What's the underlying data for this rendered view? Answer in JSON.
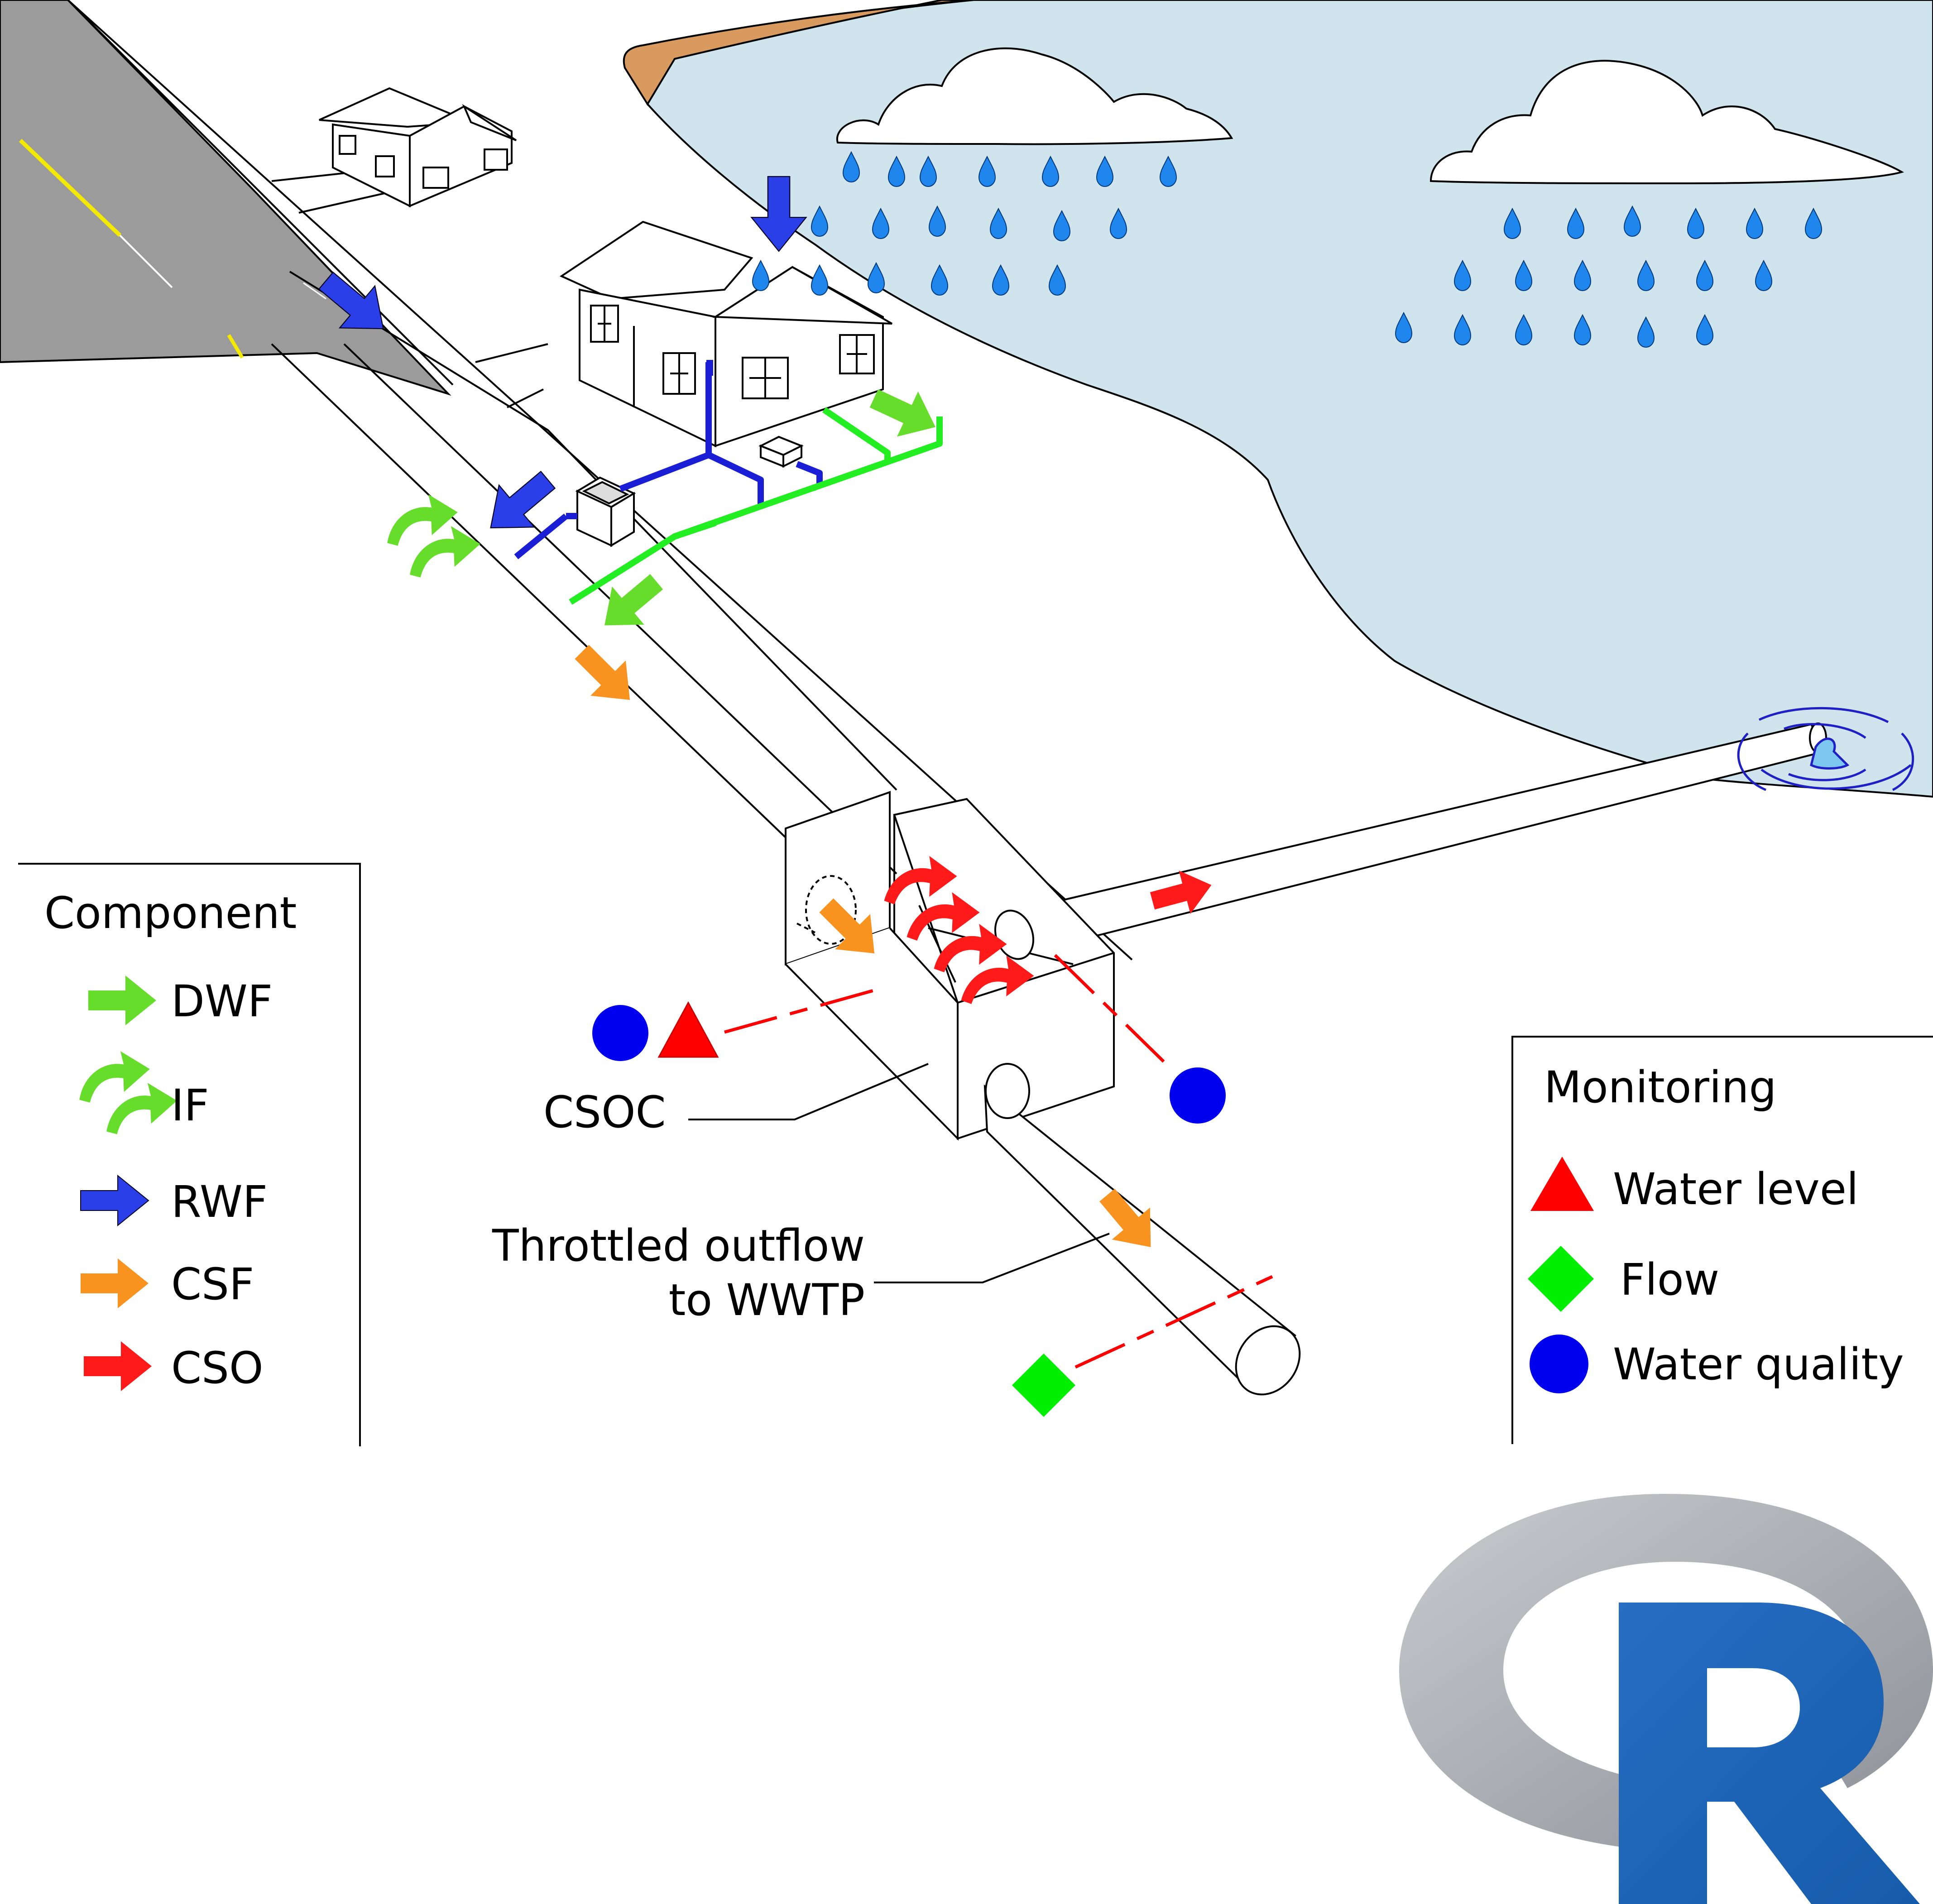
{
  "legend_component": {
    "title": "Component",
    "items": [
      {
        "label": "DWF",
        "color": "#66dd2a",
        "icon": "straight-arrow"
      },
      {
        "label": "IF",
        "color": "#66dd2a",
        "icon": "curved-arrows"
      },
      {
        "label": "RWF",
        "color": "#2a3fe8",
        "icon": "straight-arrow"
      },
      {
        "label": "CSF",
        "color": "#f7931e",
        "icon": "straight-arrow"
      },
      {
        "label": "CSO",
        "color": "#ff1a1a",
        "icon": "straight-arrow"
      }
    ]
  },
  "legend_monitoring": {
    "title": "Monitoring",
    "items": [
      {
        "label": "Water level",
        "color": "#ff0000",
        "icon": "triangle"
      },
      {
        "label": "Flow",
        "color": "#00ee00",
        "icon": "diamond"
      },
      {
        "label": "Water quality",
        "color": "#0000ee",
        "icon": "circle"
      }
    ]
  },
  "annotations": {
    "csoc": "CSOC",
    "outflow_line1": "Throttled outflow",
    "outflow_line2": "to WWTP"
  },
  "colors": {
    "lake": "#cfe4ec",
    "road": "#9b9b9b",
    "shore": "#d99a60",
    "rain": "#1f86ee",
    "rwf_pipe": "#1a1fd6",
    "dwf_pipe": "#22ee22",
    "r_logo_ring": "#a9acb1",
    "r_logo_letter": "#1f63b8"
  },
  "logo": {
    "name": "R logo",
    "letter": "R"
  }
}
